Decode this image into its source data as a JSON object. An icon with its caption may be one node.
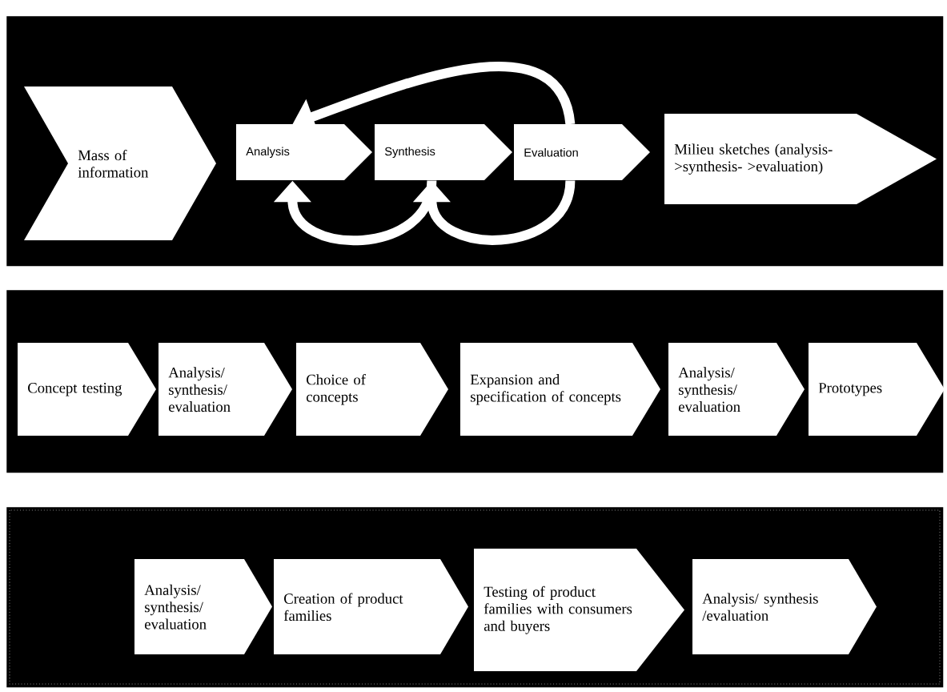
{
  "diagram": {
    "nodes": [
      {
        "text": [],
        "shape": "box"
      },
      {
        "text": [
          "Mass of information"
        ],
        "in": 0
      },
      {
        "text": [
          "Analysis"
        ],
        "in": 0
      },
      {
        "text": [
          "Synthesis"
        ],
        "in": 0
      },
      {
        "text": [
          "Evaluation"
        ],
        "in": 0
      },
      {
        "text": [
          "Milieu sketches (analysis->synthesis- >evaluation)"
        ],
        "in": 0
      },
      {
        "text": [],
        "shape": "box"
      },
      {
        "text": [
          "Concept testing"
        ],
        "in": 6
      },
      {
        "text": [
          "Analysis/ synthesis/ evaluation"
        ],
        "in": 6
      },
      {
        "text": [
          "Choice of concepts"
        ],
        "in": 6
      },
      {
        "text": [
          "Expansion and specification of concepts"
        ],
        "in": 6
      },
      {
        "text": [
          "Analysis/ synthesis/ evaluation"
        ],
        "in": 6
      },
      {
        "text": [
          "Prototypes"
        ],
        "in": 6
      },
      {
        "text": [],
        "shape": "box"
      },
      {
        "text": [
          "Analysis/ synthesis/ evaluation"
        ],
        "in": 13
      },
      {
        "text": [
          "Creation of product families"
        ],
        "in": 13
      },
      {
        "text": [
          "Testing of product families with consumers and buyers"
        ],
        "in": 13
      },
      {
        "text": [
          "Analysis/ synthesis /evaluation"
        ],
        "in": 13
      }
    ],
    "edges": [
      {
        "from": 4,
        "to": 2,
        "arrow": "to"
      },
      {
        "from": 3,
        "to": 2,
        "arrow": "to"
      },
      {
        "from": 4,
        "to": 3,
        "arrow": "to"
      }
    ]
  }
}
